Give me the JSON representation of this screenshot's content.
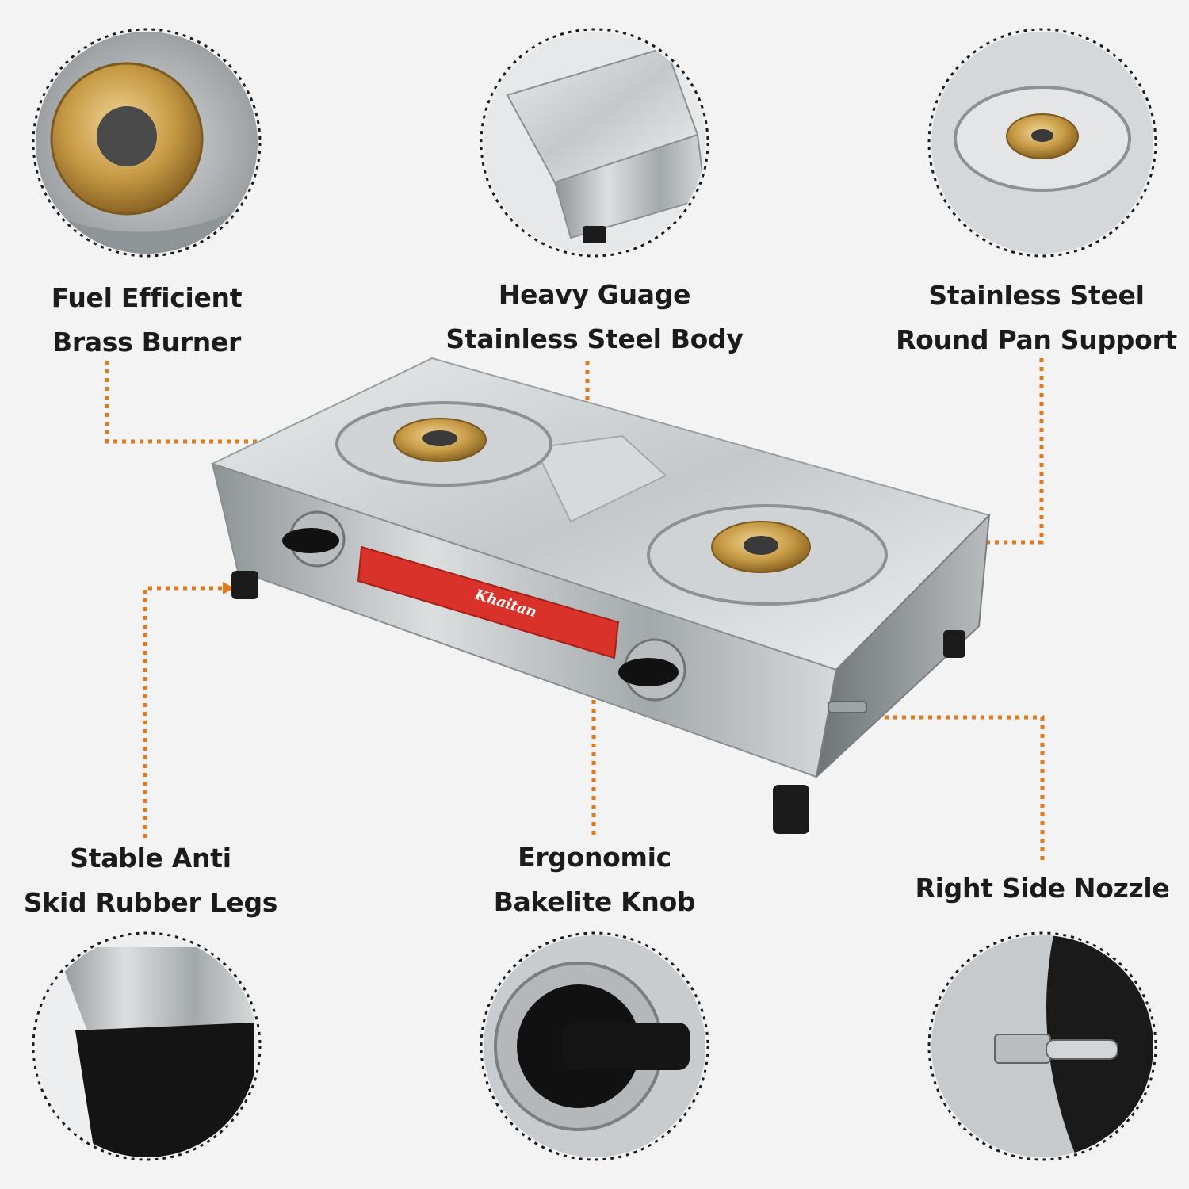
{
  "colors": {
    "background": "#f3f3f3",
    "leader": "#e07a1f",
    "steel": "#c9ccce",
    "brass": "#c79a45",
    "badge": "#d8322a",
    "knob": "#111111"
  },
  "product": {
    "brand": "Khaitan"
  },
  "features": [
    {
      "id": "burner",
      "lines": [
        "Fuel Efficient",
        "Brass Burner"
      ],
      "detail_icon": "brass-burner-closeup"
    },
    {
      "id": "body",
      "lines": [
        "Heavy Guage",
        "Stainless Steel Body"
      ],
      "detail_icon": "steel-body-corner-closeup"
    },
    {
      "id": "pan",
      "lines": [
        "Stainless Steel",
        "Round Pan Support"
      ],
      "detail_icon": "pan-support-closeup"
    },
    {
      "id": "legs",
      "lines": [
        "Stable Anti",
        "Skid Rubber Legs"
      ],
      "detail_icon": "rubber-leg-closeup"
    },
    {
      "id": "knob",
      "lines": [
        "Ergonomic",
        "Bakelite Knob"
      ],
      "detail_icon": "bakelite-knob-closeup"
    },
    {
      "id": "nozzle",
      "lines": [
        "Right Side Nozzle"
      ],
      "detail_icon": "gas-nozzle-closeup"
    }
  ]
}
